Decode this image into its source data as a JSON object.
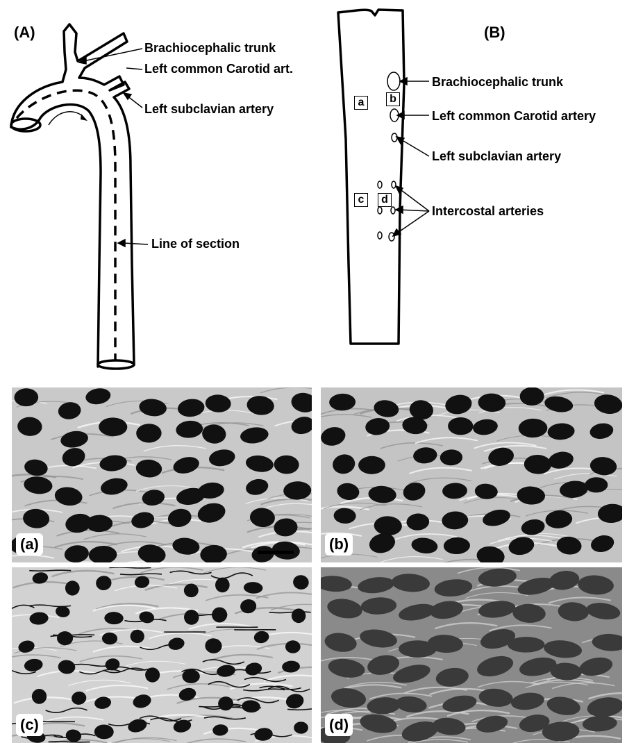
{
  "panel_A": {
    "label": "(A)",
    "annotations": {
      "brachiocephalic": "Brachiocephalic trunk",
      "carotid": "Left common Carotid art.",
      "subclavian": "Left subclavian artery",
      "section": "Line of section"
    }
  },
  "panel_B": {
    "label": "(B)",
    "annotations": {
      "brachiocephalic": "Brachiocephalic trunk",
      "carotid": "Left common Carotid artery",
      "subclavian": "Left subclavian artery",
      "intercostal": "Intercostal arteries"
    },
    "site_boxes": [
      "a",
      "b",
      "c",
      "d"
    ]
  },
  "micrographs": [
    {
      "label": "(a)",
      "style": "light"
    },
    {
      "label": "(b)",
      "style": "light"
    },
    {
      "label": "(c)",
      "style": "outlined"
    },
    {
      "label": "(d)",
      "style": "dark"
    }
  ],
  "colors": {
    "ink": "#000000",
    "background": "#ffffff"
  }
}
